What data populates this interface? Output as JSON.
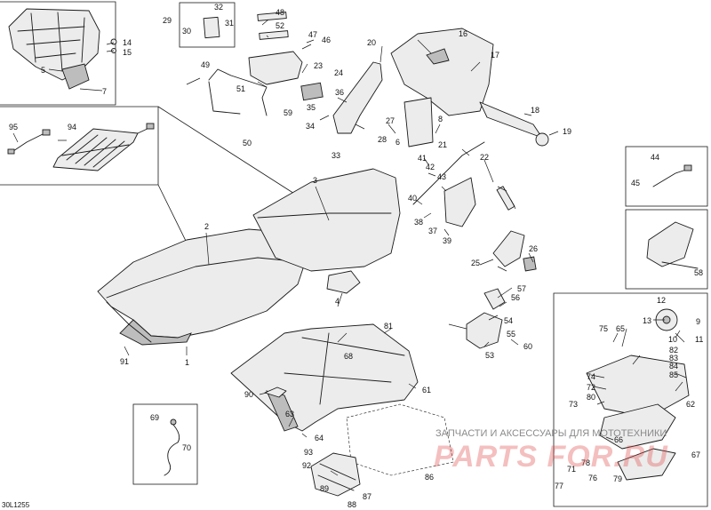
{
  "diagram_code": "30L1255",
  "watermark": {
    "caption": "ЗАПЧАСТИ И АКСЕССУАРЫ ДЛЯ МОТОТЕХНИКИ",
    "logo": "PARTS FOR.RU"
  },
  "callouts": [
    "1",
    "2",
    "3",
    "4",
    "5",
    "6",
    "7",
    "8",
    "9",
    "10",
    "11",
    "12",
    "13",
    "14",
    "15",
    "16",
    "17",
    "18",
    "19",
    "20",
    "21",
    "22",
    "23",
    "24",
    "25",
    "26",
    "27",
    "28",
    "29",
    "30",
    "31",
    "32",
    "33",
    "34",
    "35",
    "36",
    "37",
    "38",
    "39",
    "40",
    "41",
    "42",
    "43",
    "44",
    "45",
    "46",
    "47",
    "48",
    "49",
    "50",
    "51",
    "52",
    "53",
    "54",
    "55",
    "56",
    "57",
    "58",
    "59",
    "60",
    "61",
    "62",
    "63",
    "64",
    "65",
    "66",
    "67",
    "68",
    "69",
    "70",
    "71",
    "72",
    "73",
    "74",
    "75",
    "76",
    "77",
    "78",
    "79",
    "80",
    "81",
    "82",
    "83",
    "84",
    "85",
    "86",
    "87",
    "88",
    "89",
    "90",
    "91",
    "92",
    "93",
    "94",
    "95"
  ]
}
